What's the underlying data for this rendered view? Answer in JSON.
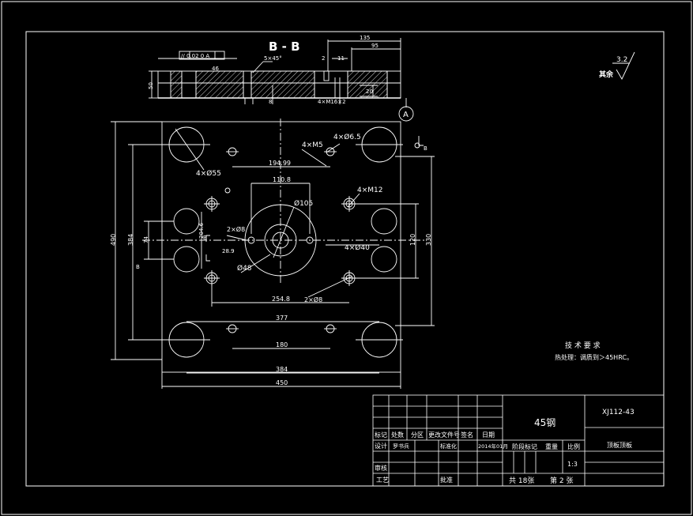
{
  "section": {
    "title": "B - B"
  },
  "colors": {
    "line": "#ffffff",
    "background": "#000000"
  },
  "section_labels": {
    "tolerance": "// 0.02 0 A",
    "depth": "46",
    "thickness": "50",
    "width_135": "135",
    "width_95": "95",
    "dim_2": "2",
    "dim_11": "11",
    "chamfer": "5×45°",
    "dim_8": "8",
    "tap": "4×M16×2",
    "height_20": "20",
    "datum": "A"
  },
  "roughness": {
    "value": "3.2",
    "label": "其余"
  },
  "plan_labels": {
    "holes_55": "4×Ø55",
    "m5": "4×M5",
    "phi65": "4×Ø6.5",
    "dim_1949": "194.99",
    "dim_1108": "110.8",
    "phi105": "Ø105",
    "m12": "4×M12",
    "phi8a": "2×Ø8",
    "dim_289": "28.9",
    "dim_2046": "204.6",
    "dim_74": "74",
    "phi48": "Ø48",
    "phi40": "4×Ø40",
    "phi8b": "2×Ø8",
    "dim_2548": "254.8",
    "dim_377": "377",
    "dim_180": "180",
    "dim_384_bottom": "384",
    "dim_450": "450",
    "dim_490": "490",
    "dim_384_left": "384",
    "dim_120": "120",
    "dim_330": "330",
    "cut_b": "B"
  },
  "notes": {
    "title": "技 术 要 求",
    "line1": "热处理：调质到＞45HRC。"
  },
  "title_block": {
    "material": "45钢",
    "drawing_no": "XJ112-43",
    "part_name": "顶板顶板",
    "headers": [
      "标记",
      "处数",
      "分区",
      "更改文件号",
      "签名",
      "日期"
    ],
    "design": "设计",
    "designer": "罗书兵",
    "standardization": "标准化",
    "date": "2014年01月",
    "stage_mark": "阶段标记",
    "weight": "重量",
    "scale_label": "比例",
    "scale": "1:3",
    "review": "审核",
    "process": "工艺",
    "approve": "批准",
    "total_sheets": "共 18张",
    "sheet_no": "第 2 张"
  }
}
